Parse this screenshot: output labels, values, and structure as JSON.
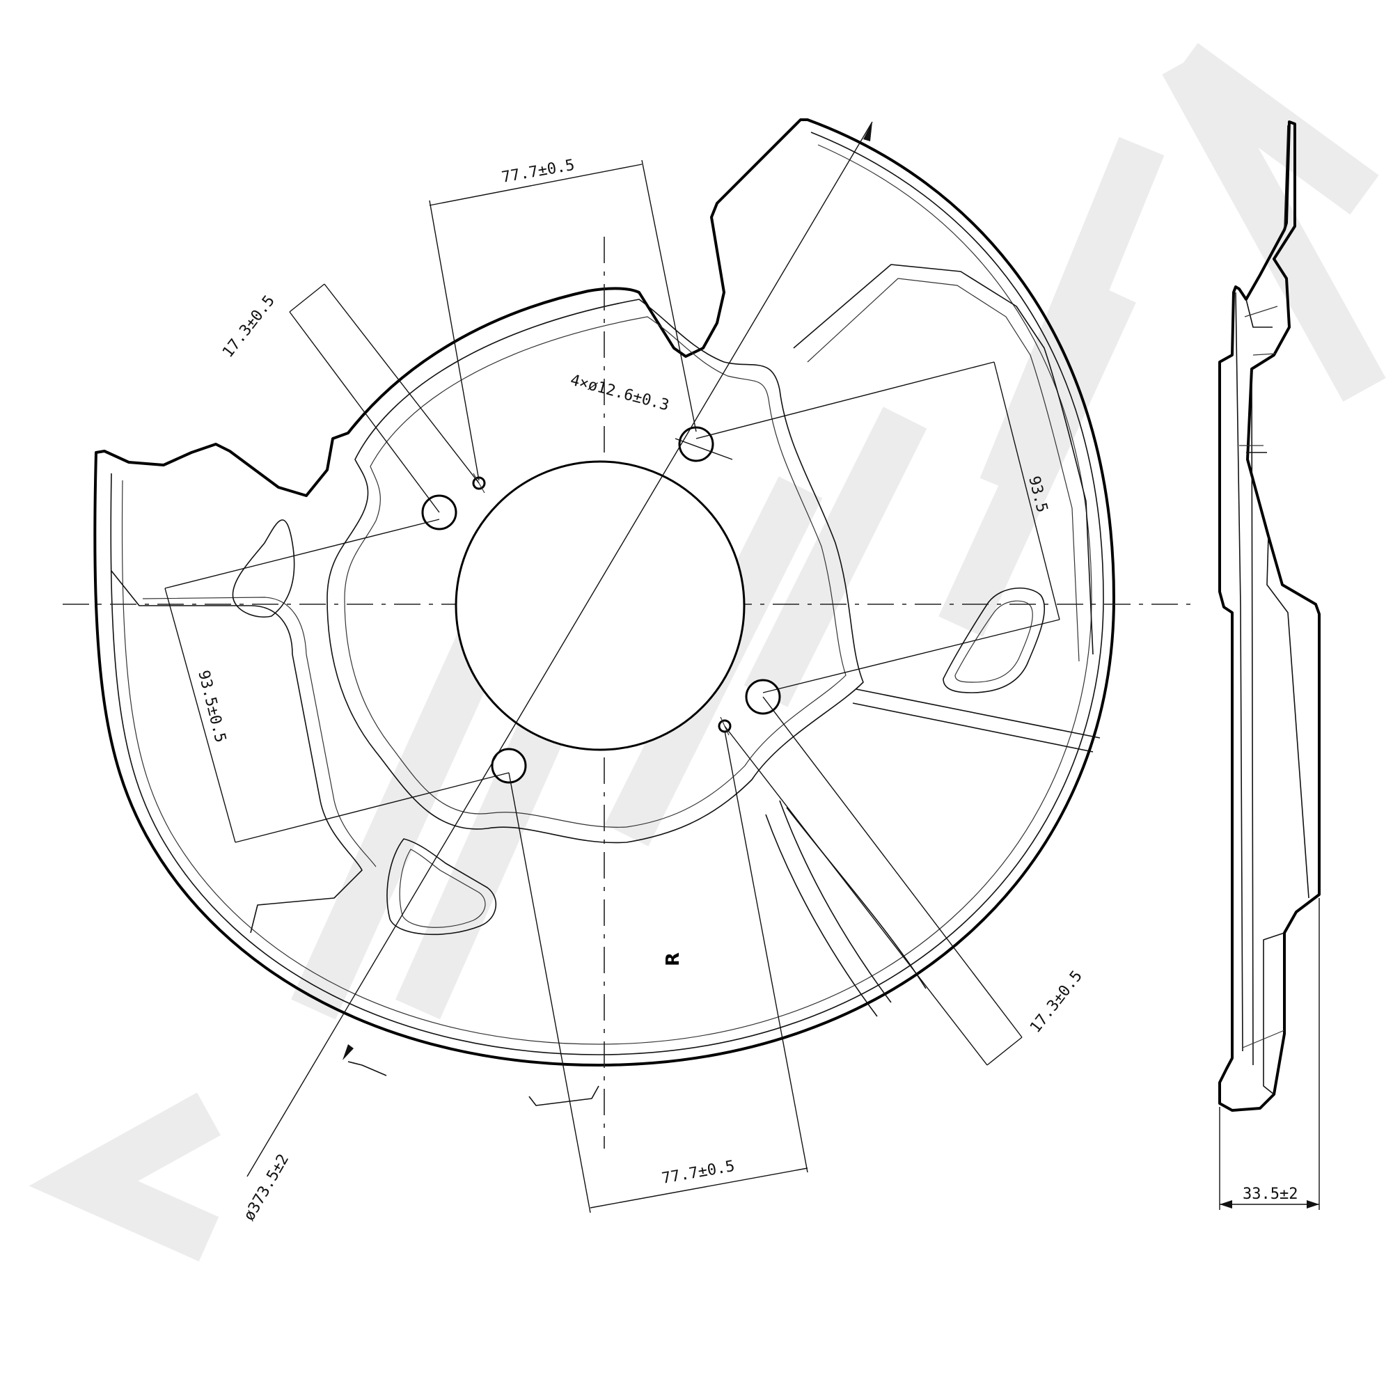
{
  "colors": {
    "line": "#000000",
    "background": "#ffffff",
    "watermark": "#ececec"
  },
  "front_view": {
    "side_mark": "R",
    "dimensions": {
      "bolt_spacing_top": "77.7±0.5",
      "bolt_spacing_bottom": "77.7±0.5",
      "offset_upper_left": "17.3±0.5",
      "offset_lower_right": "17.3±0.5",
      "bolt_holes": "4×ø12.6±0.3",
      "pitch_right": "93.5",
      "pitch_left": "93.5±0.5",
      "outer_diameter": "ø373.5±2"
    }
  },
  "side_view": {
    "dimensions": {
      "thickness": "33.5±2"
    }
  }
}
